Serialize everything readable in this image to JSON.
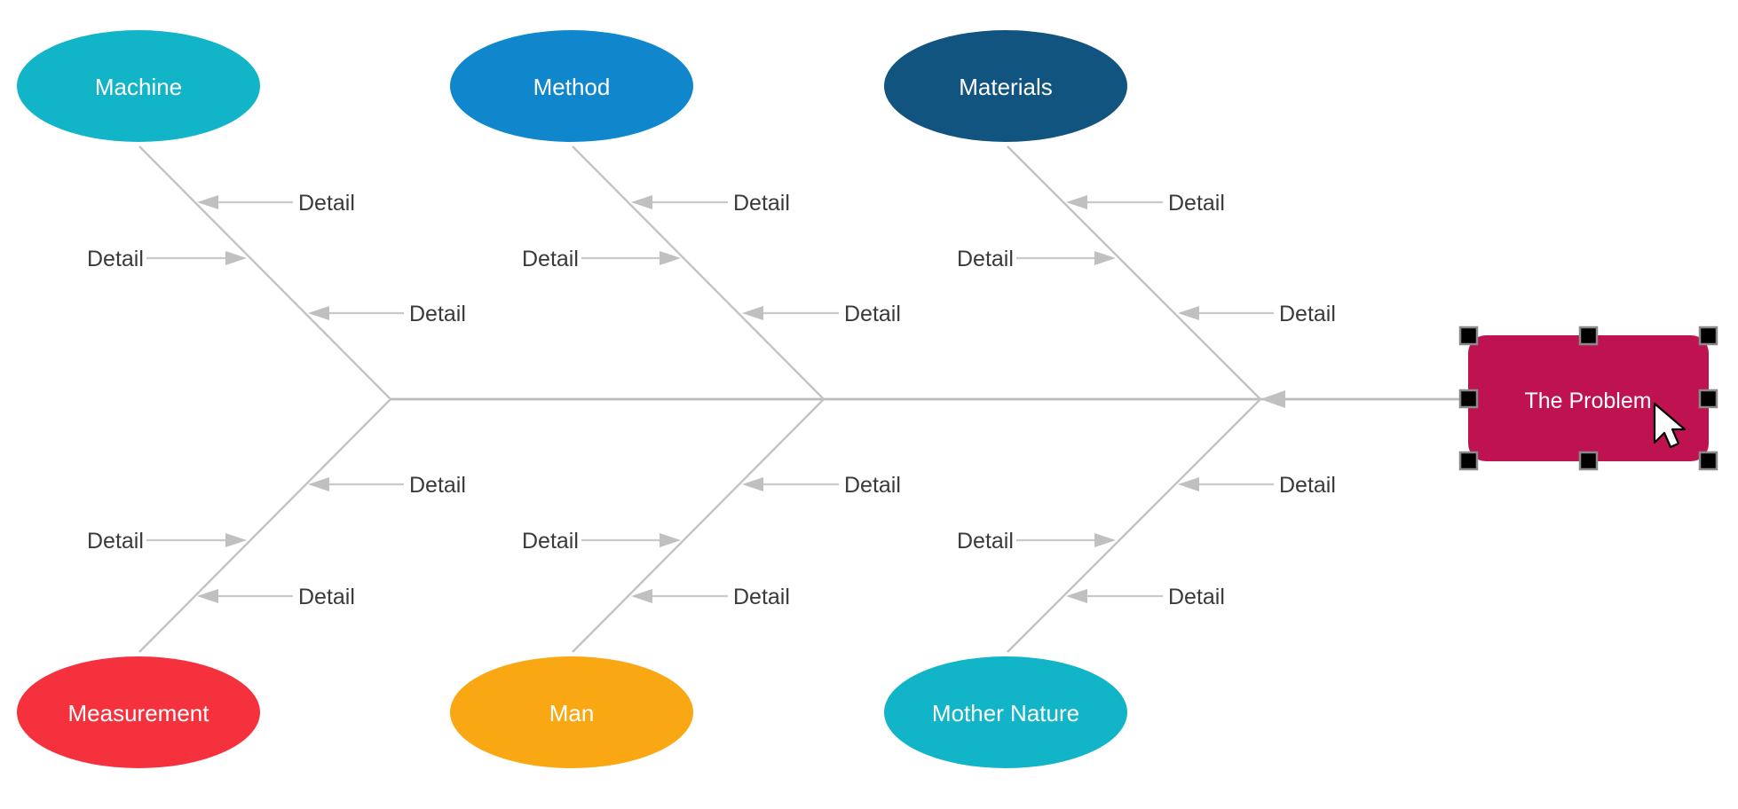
{
  "diagram": {
    "type": "fishbone-ishikawa",
    "title_shape_label": "The Problem",
    "colors": {
      "machine": "#12B4C8",
      "method": "#1087CD",
      "materials": "#10547F",
      "measurement": "#F6313E",
      "man": "#F9A712",
      "mother_nature": "#12B4C8",
      "problem": "#BE1350",
      "bone": "#c3c3c3",
      "detail_text": "#3a3a3a",
      "handle": "#000000"
    },
    "categories": [
      {
        "id": "machine",
        "label": "Machine",
        "position": "top",
        "column": 1,
        "color": "#12B4C8"
      },
      {
        "id": "method",
        "label": "Method",
        "position": "top",
        "column": 2,
        "color": "#1087CD"
      },
      {
        "id": "materials",
        "label": "Materials",
        "position": "top",
        "column": 3,
        "color": "#10547F"
      },
      {
        "id": "measurement",
        "label": "Measurement",
        "position": "bottom",
        "column": 1,
        "color": "#F6313E"
      },
      {
        "id": "man",
        "label": "Man",
        "position": "bottom",
        "column": 2,
        "color": "#F9A712"
      },
      {
        "id": "mother-nature",
        "label": "Mother Nature",
        "position": "bottom",
        "column": 3,
        "color": "#12B4C8"
      }
    ],
    "details": {
      "machine": [
        "Detail",
        "Detail",
        "Detail"
      ],
      "method": [
        "Detail",
        "Detail",
        "Detail"
      ],
      "materials": [
        "Detail",
        "Detail",
        "Detail"
      ],
      "measurement": [
        "Detail",
        "Detail",
        "Detail"
      ],
      "man": [
        "Detail",
        "Detail",
        "Detail"
      ],
      "mother-nature": [
        "Detail",
        "Detail",
        "Detail"
      ]
    },
    "detail_text": "Detail",
    "problem": {
      "label": "The Problem",
      "selected": true,
      "handle_count": 8
    },
    "cursor": {
      "visible": true,
      "kind": "arrow-pointer"
    }
  }
}
